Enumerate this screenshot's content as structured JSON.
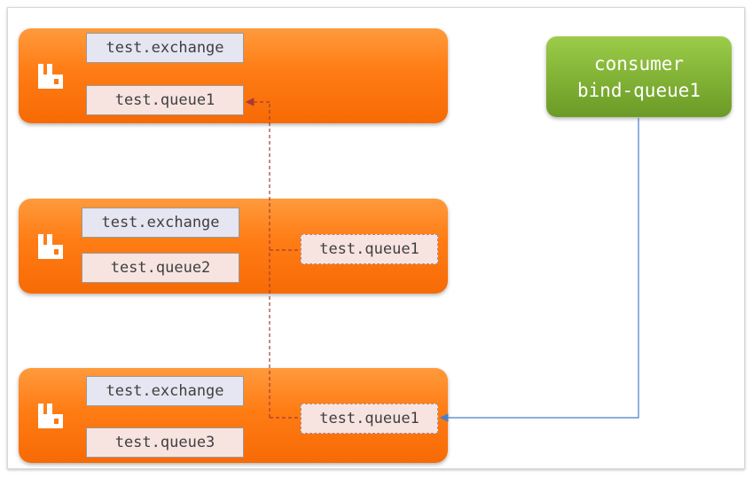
{
  "nodes": [
    {
      "exchange": "test.exchange",
      "queue": "test.queue1"
    },
    {
      "exchange": "test.exchange",
      "queue": "test.queue2",
      "federated_queue": "test.queue1"
    },
    {
      "exchange": "test.exchange",
      "queue": "test.queue3",
      "federated_queue": "test.queue1"
    }
  ],
  "consumer": {
    "line1": "consumer",
    "line2": "bind-queue1"
  },
  "colors": {
    "node_orange": "#ff7c14",
    "consumer_green": "#82b336",
    "federation_link": "#a63a3a",
    "consumer_link": "#4a7ec8"
  },
  "icons": {
    "node_logo": "rabbitmq-logo-icon"
  }
}
